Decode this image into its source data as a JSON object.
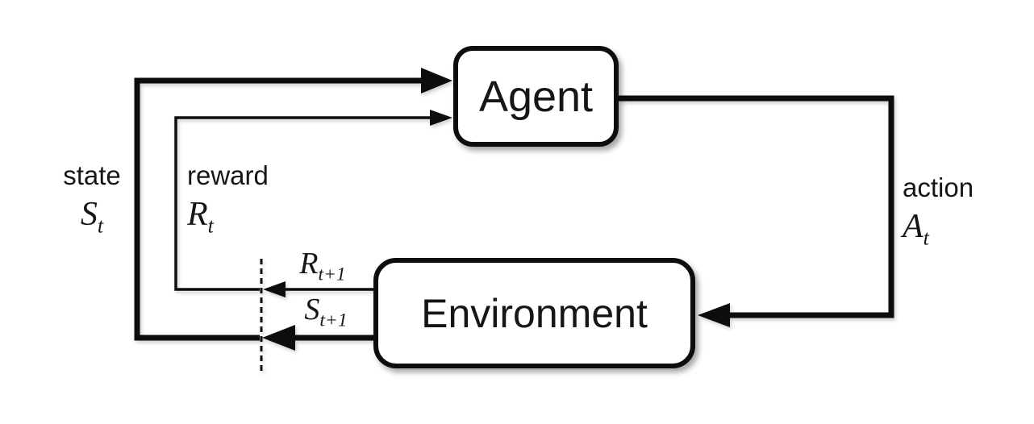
{
  "nodes": {
    "agent": {
      "label": "Agent"
    },
    "environment": {
      "label": "Environment"
    }
  },
  "edges": {
    "state": {
      "word": "state",
      "symbol": "S",
      "subscript": "t"
    },
    "reward": {
      "word": "reward",
      "symbol": "R",
      "subscript": "t"
    },
    "action": {
      "word": "action",
      "symbol": "A",
      "subscript": "t"
    },
    "next_reward": {
      "symbol": "R",
      "subscript": "t+1"
    },
    "next_state": {
      "symbol": "S",
      "subscript": "t+1"
    }
  },
  "colors": {
    "ink": "#0d0d0d",
    "box_fill": "#ffffff",
    "background": "#ffffff"
  }
}
